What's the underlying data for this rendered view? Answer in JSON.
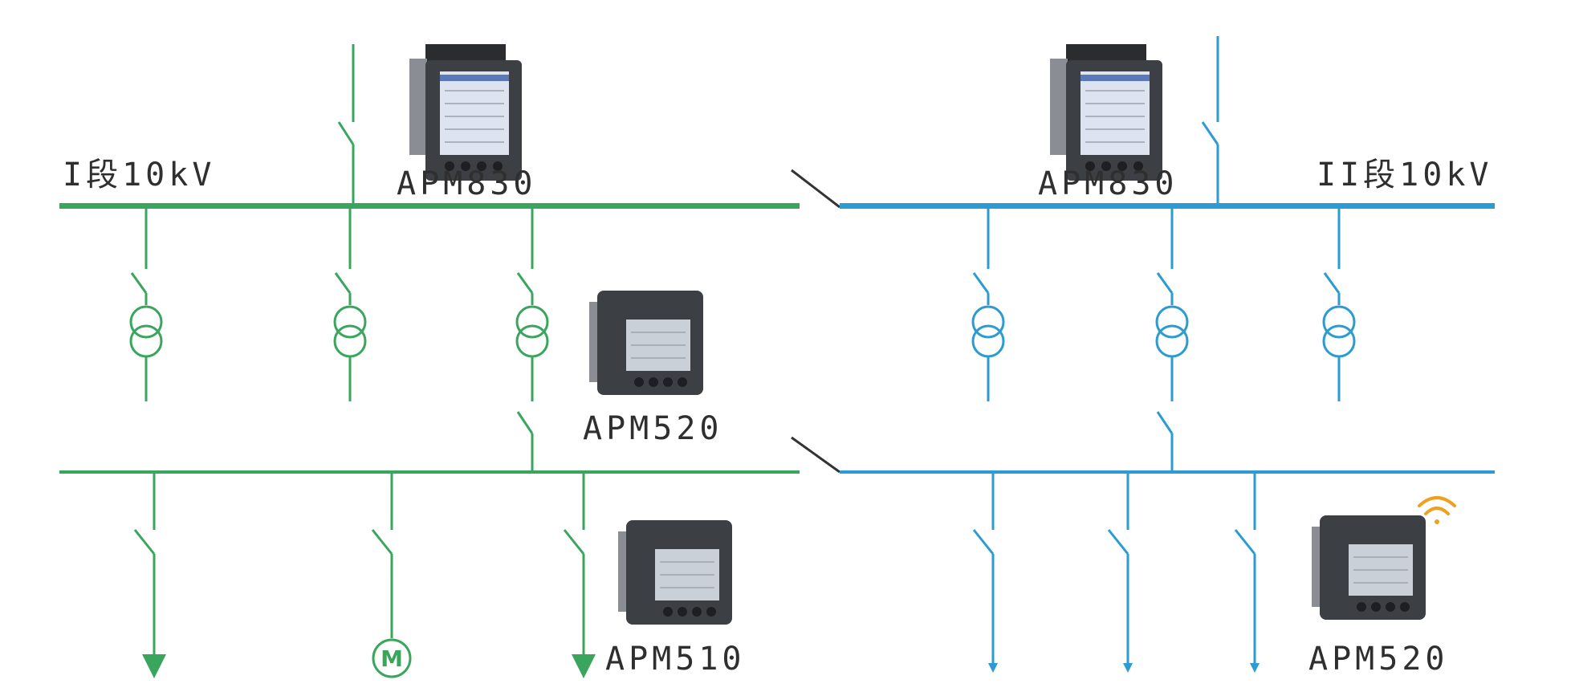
{
  "labels": {
    "bus_left": "I段10kV",
    "bus_right": "II段10kV",
    "meter_top_left": "APM830",
    "meter_top_right": "APM830",
    "meter_mid": "APM520",
    "meter_bottom_left": "APM510",
    "meter_bottom_right": "APM520",
    "motor": "M"
  },
  "colors": {
    "left": "#3aa55c",
    "right": "#2b9bd1",
    "coupler": "#333333",
    "wifi": "#f0a020",
    "meter_body": "#3c3f44",
    "screen": "#dde4ef"
  },
  "icons": [
    "power-meter-icon",
    "wifi-icon",
    "motor-icon",
    "transformer-icon",
    "switch-icon",
    "arrow-icon"
  ]
}
